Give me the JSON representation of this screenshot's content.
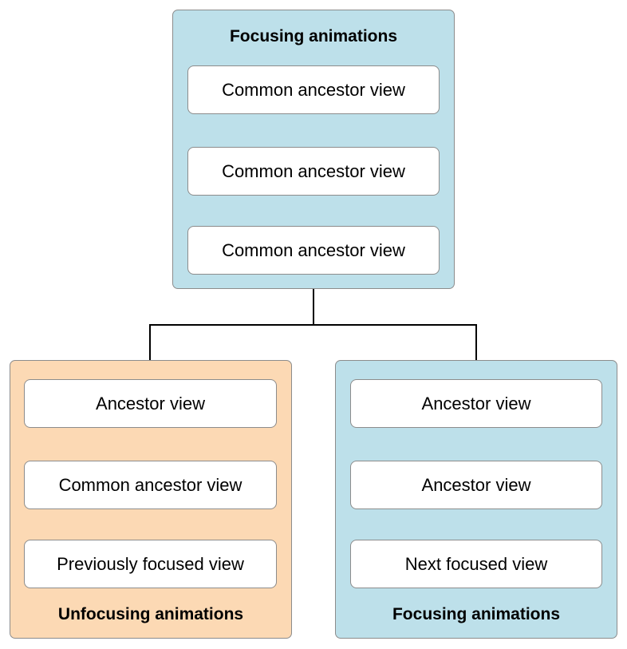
{
  "colors": {
    "focus_group_fill": "#bde0ea",
    "unfocus_group_fill": "#fcd9b4",
    "border": "#8c8c8c",
    "line": "#000000"
  },
  "top_group": {
    "title": "Focusing animations",
    "nodes": [
      "Common ancestor view",
      "Common ancestor view",
      "Common ancestor view"
    ]
  },
  "left_group": {
    "title": "Unfocusing animations",
    "nodes": [
      "Ancestor view",
      "Common ancestor view",
      "Previously focused view"
    ]
  },
  "right_group": {
    "title": "Focusing animations",
    "nodes": [
      "Ancestor view",
      "Ancestor view",
      "Next focused view"
    ]
  }
}
